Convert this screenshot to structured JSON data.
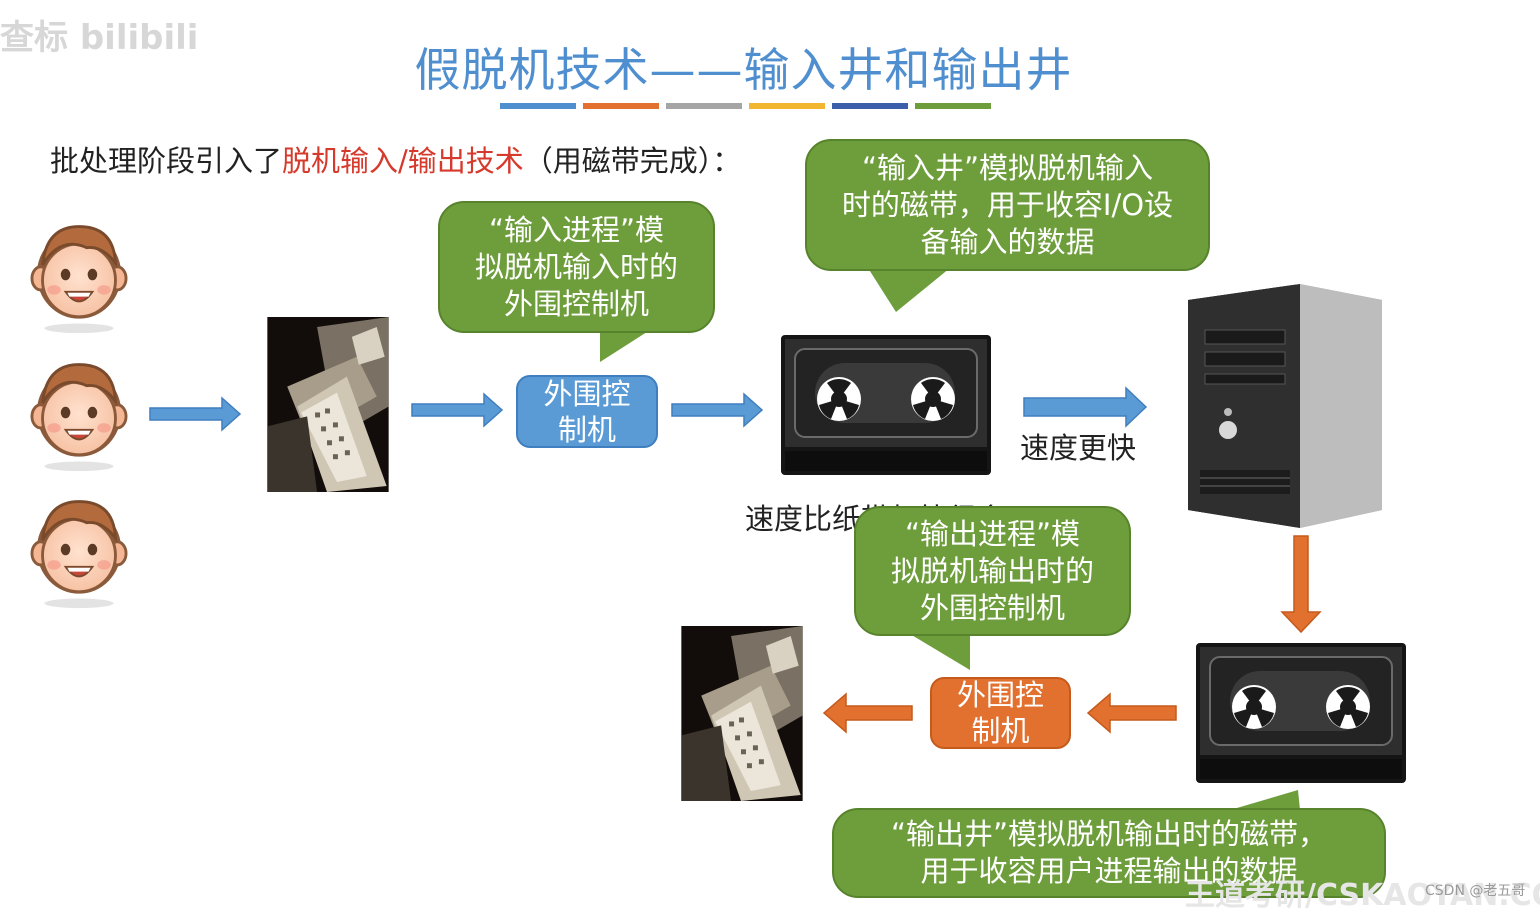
{
  "title": "假脱机技术——输入井和输出井",
  "colors": {
    "title": "#4f8fcf",
    "highlight": "#d63a2c",
    "bubble_green": "#6d9e3b",
    "node_blue": "#5b9bd5",
    "node_orange": "#e2702e",
    "underline": [
      "#4f8fcf",
      "#e2702e",
      "#a5a5a5",
      "#f2b630",
      "#3b5faa",
      "#6d9e3b"
    ]
  },
  "intro": {
    "prefix": "批处理阶段引入了",
    "highlight": "脱机输入/输出技术",
    "suffix": "（用磁带完成）："
  },
  "bubbles": {
    "input_process": "“输入进程”模\n拟脱机输入时的\n外围控制机",
    "input_well": "“输入井”模拟脱机输入\n时的磁带，用于收容I/O设\n备输入的数据",
    "output_process": "“输出进程”模\n拟脱机输出时的\n外围控制机",
    "output_well": "“输出井”模拟脱机输出时的磁带，\n用于收容用户进程输出的数据"
  },
  "nodes": {
    "input_controller": "外围控\n制机",
    "output_controller": "外围控\n制机"
  },
  "labels": {
    "faster": "速度更快",
    "tape_speed": "速度比纸带机快很多"
  },
  "icons": {
    "user": "smiling-boy-face-icon",
    "printer": "paper-tape-printer-icon",
    "tape": "magnetic-tape-icon",
    "computer": "computer-tower-icon"
  },
  "watermarks": {
    "left": "查标 bilibili",
    "right": "王道考研/CSKAOYAN.COM",
    "credit": "CSDN @老五哥"
  }
}
